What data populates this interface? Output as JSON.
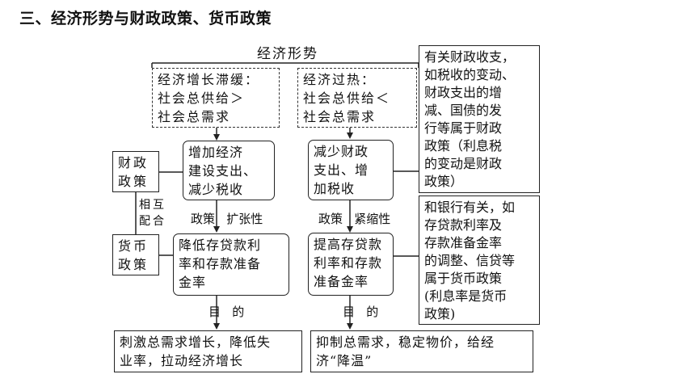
{
  "title": "三、经济形势与财政政策、货币政策",
  "heading": "经济形势",
  "left": {
    "situation": [
      "经济增长滞缓：",
      "社会总供给＞",
      "社会总需求"
    ],
    "fiscal_label": [
      "财政",
      "政策"
    ],
    "fiscal_action": [
      "增加经济",
      "建设支出、",
      "减少税收"
    ],
    "cooperate_label": [
      "相互",
      "配合"
    ],
    "policy_type": "政策   扩张性",
    "monetary_label": [
      "货币",
      "政策"
    ],
    "monetary_action": [
      "降低存贷款利",
      "率和存款准备",
      "金率"
    ],
    "purpose_label": "目   的",
    "goal": [
      "刺激总需求增长，降低失",
      "业率，拉动经济增长"
    ]
  },
  "right": {
    "situation": [
      "经济过热：",
      "社会总供给＜",
      "社会总需求"
    ],
    "fiscal_action": [
      "减少财政",
      "支出、增",
      "加税收"
    ],
    "policy_type": "政策   紧缩性",
    "monetary_action": [
      "提高存贷款",
      "利率和存款",
      "准备金率"
    ],
    "purpose_label": "目   的",
    "goal": [
      "抑制总需求，稳定物价，给经",
      "济“降温”"
    ]
  },
  "notes": {
    "fiscal_note": [
      "有关财政收支，",
      "如税收的变动、",
      "财政支出的增",
      "减、国债的发",
      "行等属于财政",
      "政策（利息税",
      "的变动是财政",
      "政策）"
    ],
    "monetary_note": [
      "和银行有关，如",
      "存贷款利率及",
      "存款准备金率",
      "的调整、信贷等",
      "属于货币政策",
      "(利息率是货币",
      "政策)"
    ]
  }
}
